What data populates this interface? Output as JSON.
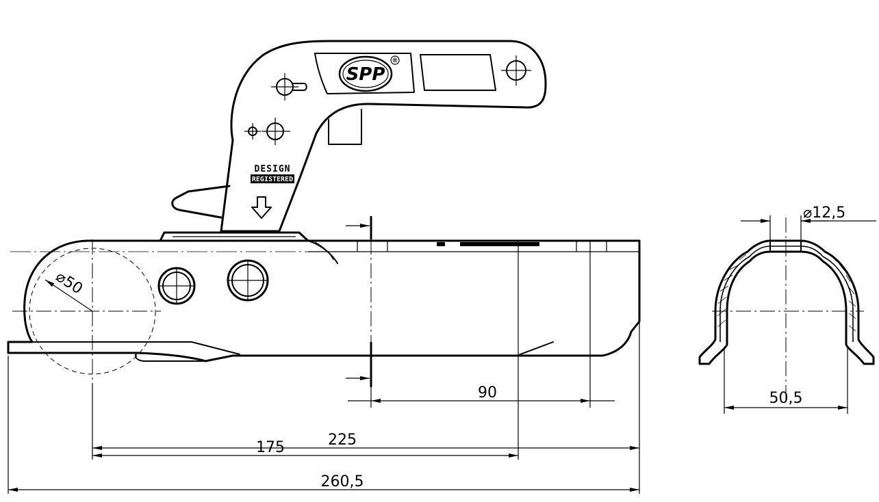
{
  "labels": {
    "logo": "SPP",
    "registered_mark": "®",
    "design": "DESIGN",
    "registered": "REGISTERED"
  },
  "dimensions": {
    "ball_diameter": "⌀50",
    "hole_diameter": "⌀12,5",
    "width_section": "50,5",
    "length_90": "90",
    "length_175": "175",
    "length_225": "225",
    "length_total": "260,5"
  }
}
